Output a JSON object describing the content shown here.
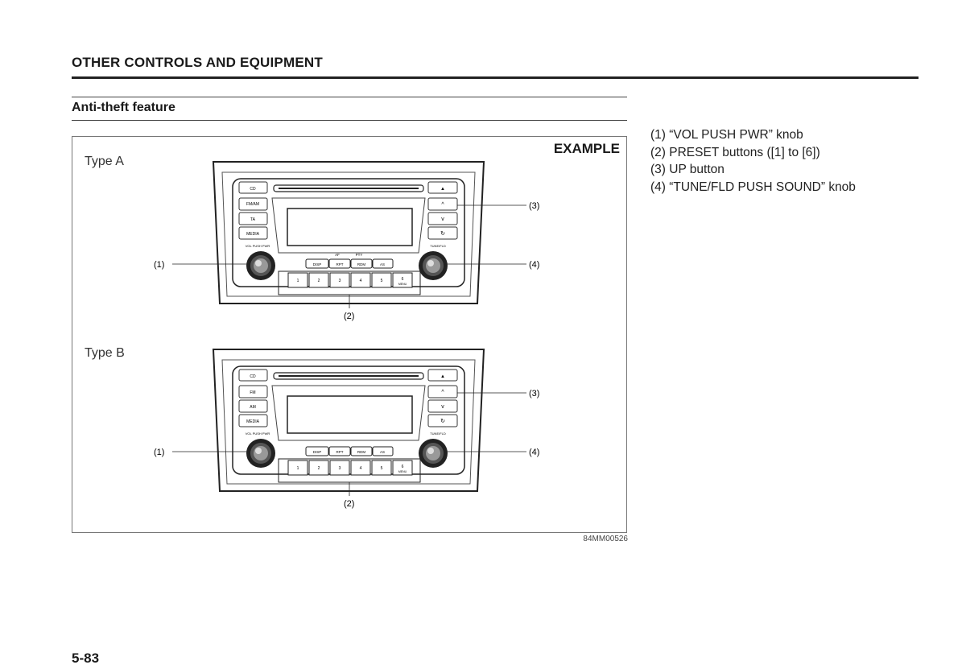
{
  "header": {
    "section_title": "OTHER CONTROLS AND EQUIPMENT",
    "subsection_title": "Anti-theft feature"
  },
  "figure": {
    "example_label": "EXAMPLE",
    "figure_code": "84MM00526",
    "type_a": {
      "label": "Type A",
      "left_buttons": [
        "CD",
        "FM/AM",
        "TA",
        "MEDIA"
      ],
      "right_buttons": [
        "▲",
        "^",
        "v",
        "↻"
      ],
      "knob_left_label": "VOL PUSH PWR",
      "knob_right_label": "TUNE/FLD",
      "top_small": [
        "AF",
        "PTY"
      ],
      "center_buttons": [
        "DISP",
        "RPT",
        "RDM",
        "AS"
      ],
      "preset_buttons": [
        "1",
        "2",
        "3",
        "4",
        "5",
        "6"
      ],
      "preset_six_sub": "MENU",
      "callouts": {
        "c1": "(1)",
        "c2": "(2)",
        "c3": "(3)",
        "c4": "(4)"
      }
    },
    "type_b": {
      "label": "Type B",
      "left_buttons": [
        "CD",
        "FM",
        "AM",
        "MEDIA"
      ],
      "right_buttons": [
        "▲",
        "^",
        "v",
        "↻"
      ],
      "knob_left_label": "VOL PUSH PWR",
      "knob_right_label": "TUNE/FLD",
      "center_buttons": [
        "DISP",
        "RPT",
        "RDM",
        "AS"
      ],
      "preset_buttons": [
        "1",
        "2",
        "3",
        "4",
        "5",
        "6"
      ],
      "preset_six_sub": "MENU",
      "callouts": {
        "c1": "(1)",
        "c2": "(2)",
        "c3": "(3)",
        "c4": "(4)"
      }
    }
  },
  "legend": [
    "(1) “VOL PUSH PWR” knob",
    "(2) PRESET buttons ([1] to [6])",
    "(3) UP button",
    "(4) “TUNE/FLD PUSH SOUND” knob"
  ],
  "page_number": "5-83"
}
